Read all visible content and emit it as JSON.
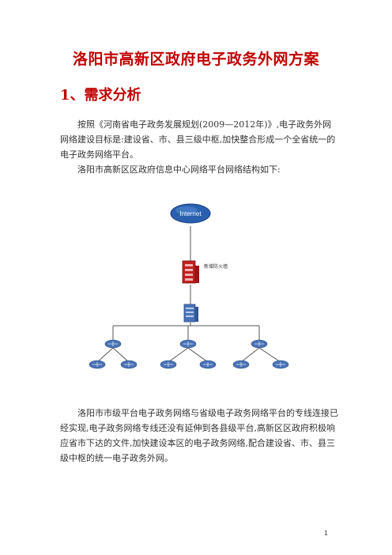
{
  "document": {
    "title": "洛阳市高新区政府电子政务外网方案",
    "section_heading": "1、需求分析",
    "paragraph_1": "按照《河南省电子政务发展规划(2009—2012年)》,电子政务外网网络建设目标是:建设省、市、县三级中枢,加快整合形成一个全省统一的电子政务网络平台。",
    "paragraph_2": "洛阳市高新区区政府信息中心网络平台网络结构如下:",
    "paragraph_3": "洛阳市市级平台电子政务网络与省级电子政务网络平台的专线连接已经实现,电子政务网络专线还没有延伸到各县级平台,高新区区政府积极响应省市下达的文件,加快建设本区的电子政务网络,配合建设省、市、县三级中枢的统一电子政务外网。",
    "page_number": "1"
  },
  "diagram": {
    "internet_label": "Internet",
    "firewall_label": "新增防火墙",
    "icons": {
      "cloud": "internet-cloud-icon",
      "firewall": "firewall-icon",
      "server": "core-switch-icon",
      "switch": "switch-icon"
    },
    "colors": {
      "cloud_fill": "#2a5fb0",
      "firewall_red": "#c41e1e",
      "switch_blue": "#4a73b8",
      "line": "#555555"
    }
  }
}
